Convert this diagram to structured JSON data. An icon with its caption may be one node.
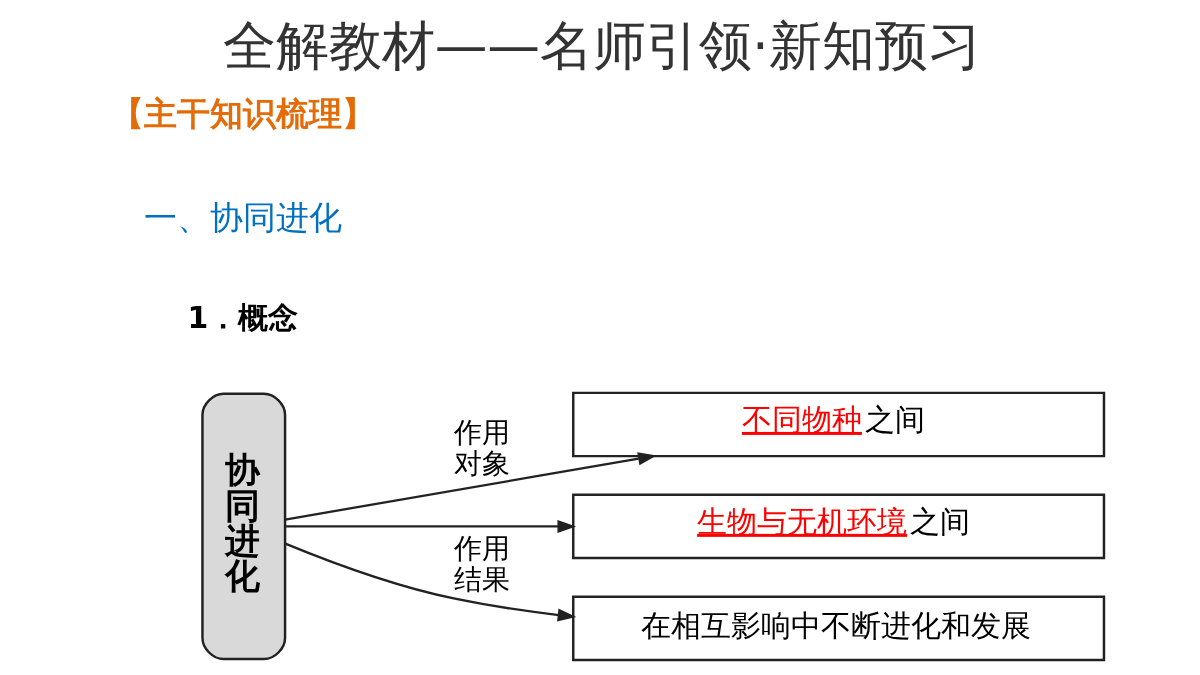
{
  "diagram": {
    "title": "全解教材——名师引领·新知预习",
    "nodes": [
      {
        "text": [
          "协同进化"
        ]
      },
      {
        "text": [
          "不同物种",
          "之间"
        ]
      },
      {
        "text": [
          "生物与无机环境",
          "之间"
        ]
      },
      {
        "text": [
          "在相互影响中不断进化和发展"
        ]
      }
    ],
    "edges": [
      {
        "from": 0,
        "to": 1,
        "arrow": "to",
        "label": "作用对象"
      },
      {
        "from": 0,
        "to": 2,
        "arrow": "to"
      },
      {
        "from": 0,
        "to": 3,
        "arrow": "to",
        "label": "作用结果"
      }
    ],
    "labels": [
      "【主干知识梳理】",
      "一、协同进化",
      "1．概念"
    ]
  }
}
